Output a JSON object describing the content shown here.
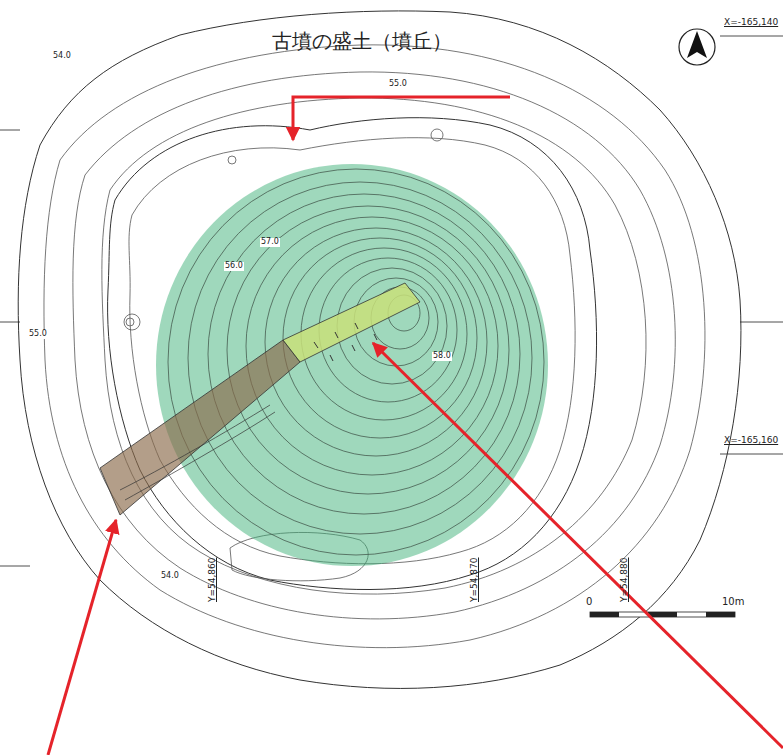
{
  "diagram": {
    "labels": [
      "古墳の盛土（墳丘）",
      "X=-165,140",
      "X=-165,160",
      "Y=54,860",
      "Y=54,870",
      "Y=54,880",
      "0",
      "10m",
      "54.0",
      "55.0",
      "56.0",
      "57.0",
      "58.0",
      "54.0",
      "55.0"
    ]
  }
}
